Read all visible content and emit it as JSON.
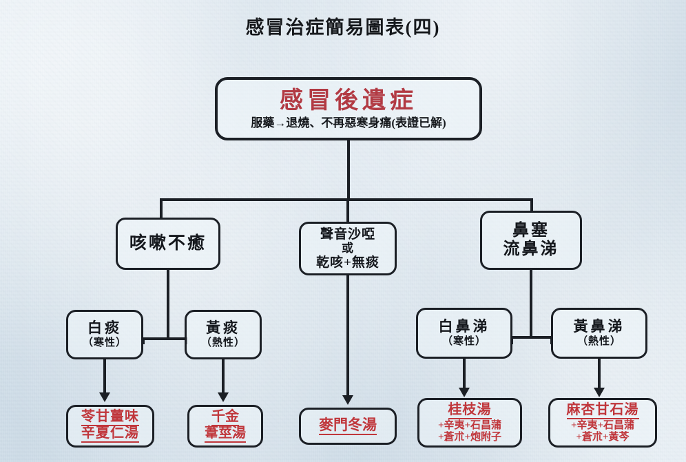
{
  "page": {
    "title": "感冒治症簡易圖表(四)",
    "background_color": "#dde7ef",
    "ink_color": "#1b1f25",
    "accent_red": "#c0363b"
  },
  "chart_data": {
    "type": "diagram",
    "title": "感冒治症簡易圖表(四)",
    "root": {
      "id": "root",
      "title": "感冒後遺症",
      "title_color": "#b23a43",
      "subtitle": "服藥→退燒、不再惡寒身痛(表證已解)"
    },
    "branches": [
      {
        "id": "cough",
        "label": "咳嗽不癒",
        "children": [
          {
            "id": "white-phlegm",
            "main": "白痰",
            "paren": "（寒性）",
            "prescription": {
              "id": "rx-1",
              "name_lines": [
                "苓甘薑味",
                "辛夏仁湯"
              ],
              "additions": []
            }
          },
          {
            "id": "yellow-phlegm",
            "main": "黃痰",
            "paren": "（熱性）",
            "prescription": {
              "id": "rx-2",
              "name_lines": [
                "千金",
                "葦莖湯"
              ],
              "additions": []
            }
          }
        ]
      },
      {
        "id": "voice",
        "label_lines": [
          "聲音沙啞",
          "或",
          "乾咳+無痰"
        ],
        "children": [],
        "prescription": {
          "id": "rx-3",
          "name_lines": [
            "麥門冬湯"
          ],
          "additions": []
        }
      },
      {
        "id": "nose",
        "label_lines": [
          "鼻塞",
          "流鼻涕"
        ],
        "children": [
          {
            "id": "white-snot",
            "main": "白鼻涕",
            "paren": "（寒性）",
            "prescription": {
              "id": "rx-4",
              "name_lines": [
                "桂枝湯"
              ],
              "additions": [
                "+辛夷+石昌蒲",
                "+蒼朮+炮附子"
              ]
            }
          },
          {
            "id": "yellow-snot",
            "main": "黃鼻涕",
            "paren": "（熱性）",
            "prescription": {
              "id": "rx-5",
              "name_lines": [
                "麻杏甘石湯"
              ],
              "additions": [
                "+辛夷+石昌蒲",
                "+蒼朮+黃芩"
              ]
            }
          }
        ]
      }
    ]
  },
  "nodes": {
    "root": {
      "title": "感冒後遺症",
      "subtitle": "服藥→退燒、不再惡寒身痛(表證已解)"
    },
    "cough": {
      "label": "咳嗽不癒"
    },
    "voice": {
      "line1": "聲音沙啞",
      "line2": "或",
      "line3": "乾咳+無痰"
    },
    "nose": {
      "line1": "鼻塞",
      "line2": "流鼻涕"
    },
    "white_phlegm": {
      "main": "白痰",
      "paren": "（寒性）"
    },
    "yellow_phlegm": {
      "main": "黃痰",
      "paren": "（熱性）"
    },
    "white_snot": {
      "main": "白鼻涕",
      "paren": "（寒性）"
    },
    "yellow_snot": {
      "main": "黃鼻涕",
      "paren": "（熱性）"
    },
    "rx1": {
      "line1": "苓甘薑味",
      "line2": "辛夏仁湯"
    },
    "rx2": {
      "line1": "千金",
      "line2": "葦莖湯"
    },
    "rx3": {
      "line1": "麥門冬湯"
    },
    "rx4": {
      "name": "桂枝湯",
      "add1": "+辛夷+石昌蒲",
      "add2": "+蒼朮+炮附子"
    },
    "rx5": {
      "name": "麻杏甘石湯",
      "add1": "+辛夷+石昌蒲",
      "add2": "+蒼朮+黃芩"
    }
  }
}
